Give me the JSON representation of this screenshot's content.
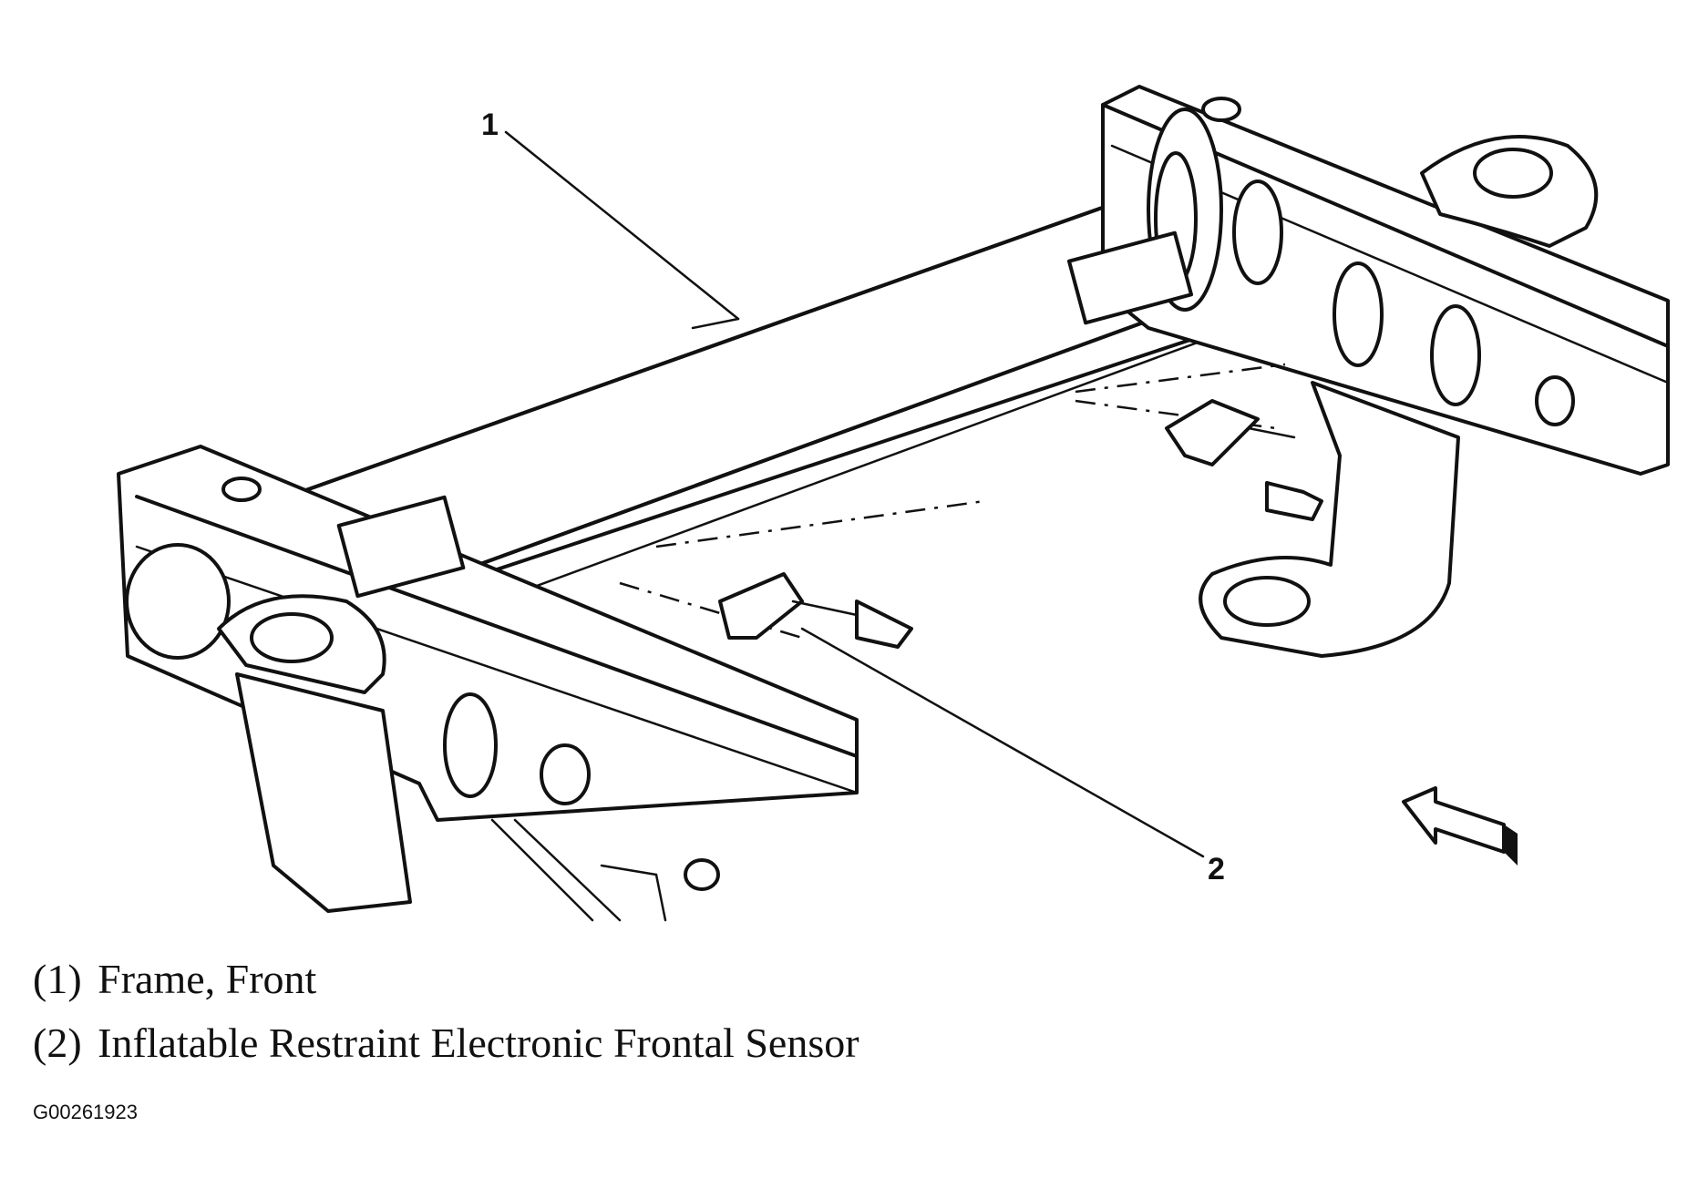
{
  "callouts": [
    {
      "number": "1",
      "label": "Frame, Front"
    },
    {
      "number": "2",
      "label": "Inflatable Restraint Electronic Frontal Sensor"
    }
  ],
  "legend": [
    {
      "number": "(1)",
      "text": "Frame, Front"
    },
    {
      "number": "(2)",
      "text": "Inflatable Restraint Electronic Frontal Sensor"
    }
  ],
  "figure_id": "G00261923",
  "direction_arrow_icon": "front-direction-arrow-icon"
}
